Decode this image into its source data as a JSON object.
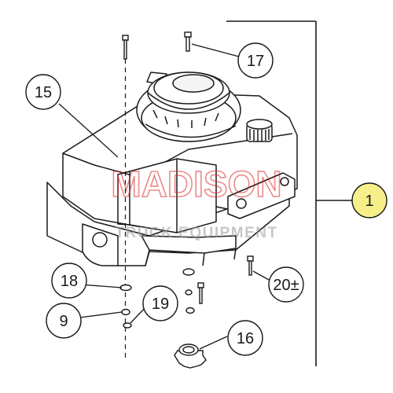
{
  "diagram": {
    "callouts": {
      "c1": "1",
      "c9": "9",
      "c15": "15",
      "c16": "16",
      "c17": "17",
      "c18": "18",
      "c19": "19",
      "c20": "20±"
    },
    "watermark": {
      "line1": "MADISON",
      "line2": "TRUCK EQUIPMENT"
    },
    "colors": {
      "callout_highlight": "#f7f08a",
      "watermark": "#d92b2b",
      "line": "#1a1a1a"
    }
  }
}
